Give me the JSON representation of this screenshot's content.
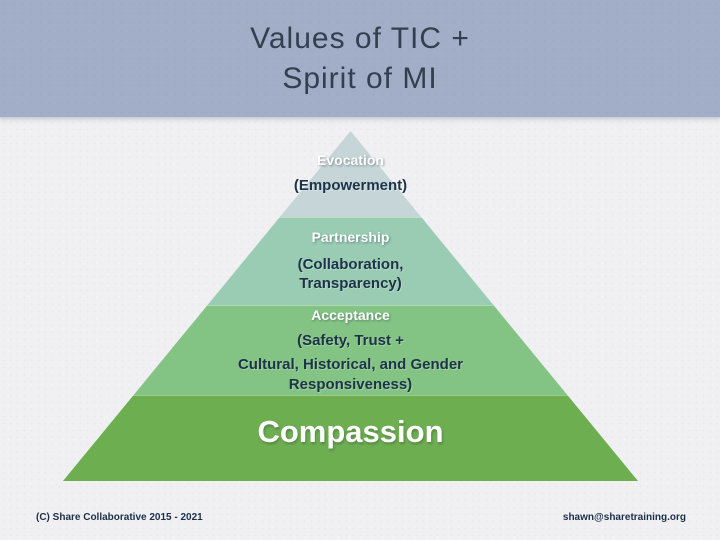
{
  "slide": {
    "title_line1": "Values of TIC +",
    "title_line2": "Spirit of MI"
  },
  "theme": {
    "header_band_color": "#a2aec8",
    "body_background": "#f0f0f3",
    "title_text_color": "#323f4e",
    "subtitle_text_color": "#1d3348"
  },
  "pyramid": {
    "tiers": [
      {
        "name": "Evocation",
        "subtitle": "(Empowerment)",
        "color": "#c6d5d8"
      },
      {
        "name": "Partnership",
        "subtitle": "(Collaboration,\nTransparency)",
        "color": "#99ccb3"
      },
      {
        "name": "Acceptance",
        "subtitle": "(Safety, Trust +",
        "subtitle2": "Cultural, Historical, and Gender\nResponsiveness)",
        "color": "#83c383"
      },
      {
        "name": "Compassion",
        "color": "#6dae51"
      }
    ]
  },
  "footer": {
    "copyright": "(C) Share Collaborative 2015 - 2021",
    "email": "shawn@sharetraining.org"
  }
}
